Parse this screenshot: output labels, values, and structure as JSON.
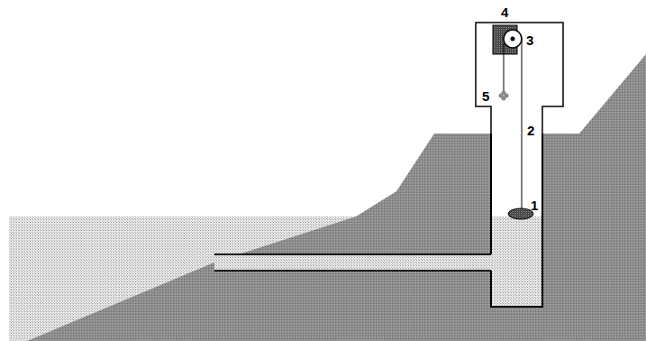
{
  "diagram": {
    "labels": [
      "4",
      "3",
      "5",
      "2",
      "1"
    ]
  }
}
